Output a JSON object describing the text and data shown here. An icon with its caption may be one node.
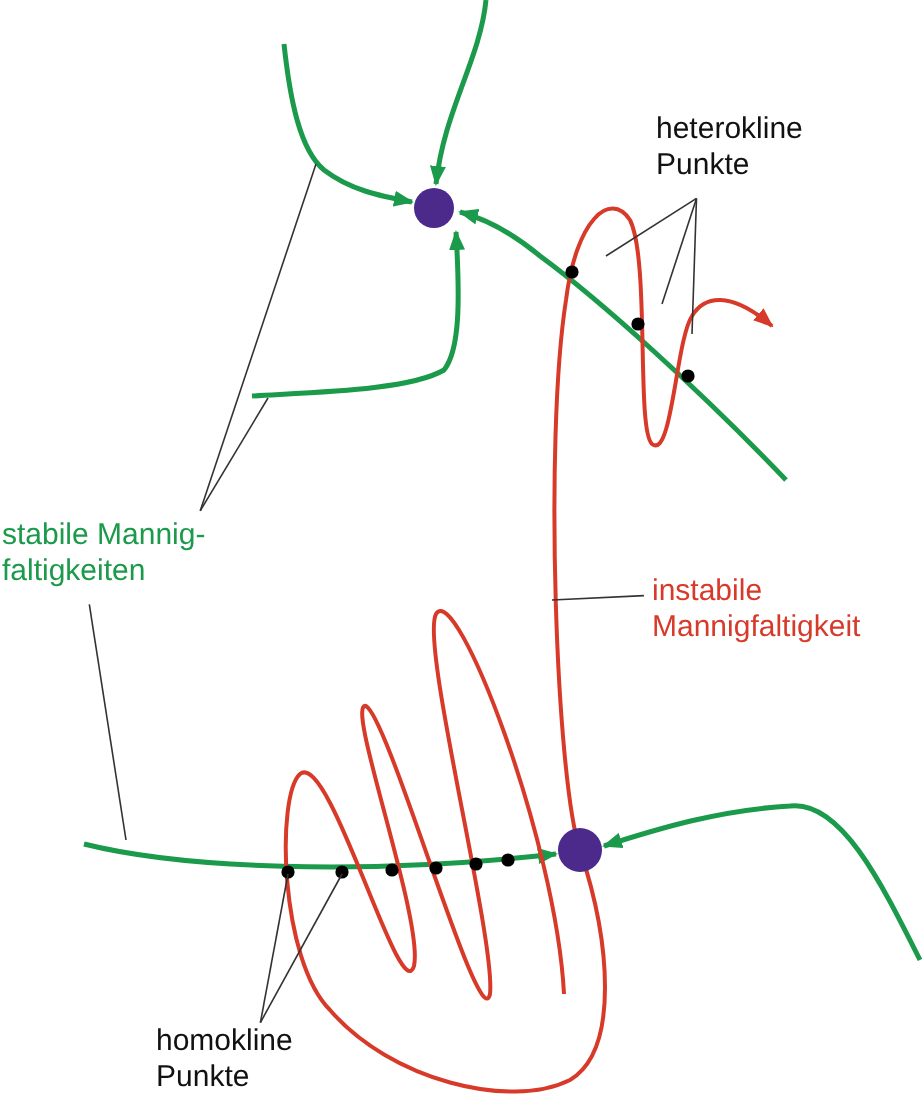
{
  "diagram": {
    "nodes": [
      {
        "text": [
          "heterokline Punkte"
        ]
      },
      {
        "text": [
          "stabile Mannig- faltigkeiten"
        ]
      },
      {
        "text": [
          "instabile Mannigfaltigkeit"
        ]
      },
      {
        "text": [
          "homokline Punkte"
        ]
      }
    ],
    "edges": [
      {
        "from": 0,
        "to": null,
        "arrow": "none"
      },
      {
        "from": 0,
        "to": null,
        "arrow": "none"
      },
      {
        "from": 0,
        "to": null,
        "arrow": "none"
      },
      {
        "from": 1,
        "to": null,
        "arrow": "none"
      },
      {
        "from": 1,
        "to": null,
        "arrow": "none"
      },
      {
        "from": 1,
        "to": null,
        "arrow": "none"
      },
      {
        "from": 2,
        "to": null,
        "arrow": "none"
      },
      {
        "from": 3,
        "to": null,
        "arrow": "none"
      },
      {
        "from": 3,
        "to": null,
        "arrow": "none"
      }
    ]
  }
}
